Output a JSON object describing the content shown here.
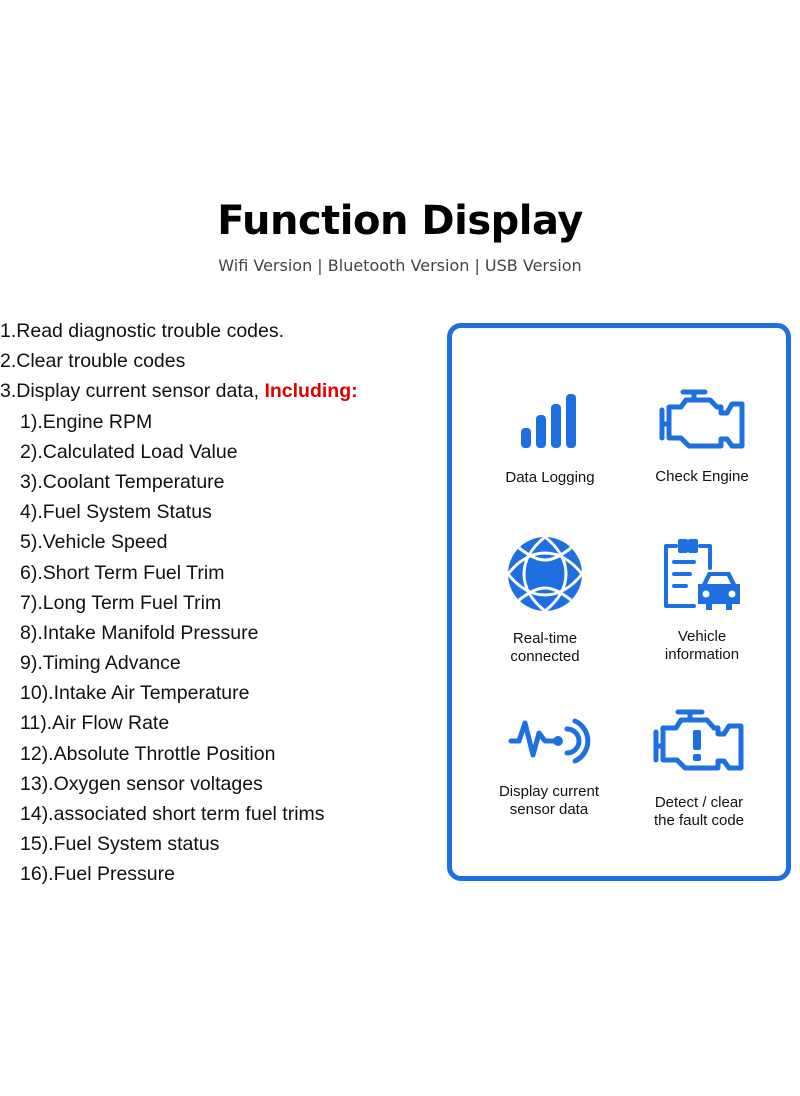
{
  "header": {
    "title": "Function Display",
    "subtitle": "Wifi Version | Bluetooth Version | USB Version"
  },
  "features": {
    "items": [
      {
        "text": "1.Read diagnostic trouble codes."
      },
      {
        "text": "2.Clear trouble codes"
      },
      {
        "text": "3.Display current sensor data, ",
        "highlight": "Including:"
      },
      {
        "text": "1).Engine RPM"
      },
      {
        "text": "2).Calculated Load Value"
      },
      {
        "text": "3).Coolant Temperature"
      },
      {
        "text": "4).Fuel System Status"
      },
      {
        "text": "5).Vehicle Speed"
      },
      {
        "text": "6).Short Term Fuel Trim"
      },
      {
        "text": "7).Long Term Fuel Trim"
      },
      {
        "text": "8).Intake Manifold Pressure"
      },
      {
        "text": "9).Timing Advance"
      },
      {
        "text": "10).Intake Air Temperature"
      },
      {
        "text": "11).Air Flow Rate"
      },
      {
        "text": "12).Absolute Throttle Position"
      },
      {
        "text": "13).Oxygen sensor voltages"
      },
      {
        "text": "14).associated short term fuel trims"
      },
      {
        "text": "15).Fuel System status"
      },
      {
        "text": "16).Fuel Pressure"
      }
    ]
  },
  "panel": {
    "accent_color": "#1e6fe0",
    "tiles": [
      {
        "icon": "bar-chart-icon",
        "lines": [
          "Data Logging"
        ]
      },
      {
        "icon": "engine-icon",
        "lines": [
          "Check Engine"
        ]
      },
      {
        "icon": "globe-icon",
        "lines": [
          "Real-time",
          "connected"
        ]
      },
      {
        "icon": "vehicle-info-icon",
        "lines": [
          "Vehicle",
          "information"
        ]
      },
      {
        "icon": "sensor-wave-icon",
        "lines": [
          "Display current",
          "sensor data"
        ]
      },
      {
        "icon": "engine-warning-icon",
        "lines": [
          "Detect / clear",
          "the fault code"
        ]
      }
    ]
  }
}
